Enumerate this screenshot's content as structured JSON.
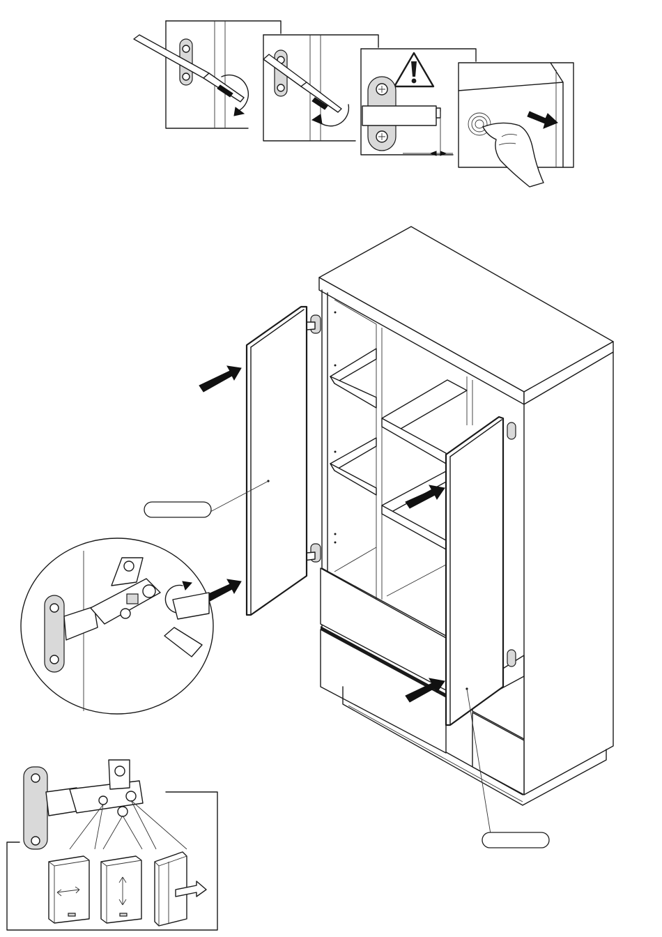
{
  "figure": {
    "steps": [
      {
        "id": "step-1",
        "icon": "push-latch-screw-in-icon"
      },
      {
        "id": "step-2",
        "icon": "push-latch-adjust-icon"
      },
      {
        "id": "step-3",
        "icon": "warning-triangle-icon"
      },
      {
        "id": "step-4",
        "icon": "push-to-open-hand-icon"
      }
    ],
    "callouts": {
      "left_door_label": "",
      "right_door_label": ""
    },
    "hinge_adjustments": [
      {
        "direction": "horizontal",
        "icon": "arrow-left-right-icon"
      },
      {
        "direction": "vertical",
        "icon": "arrow-up-down-icon"
      },
      {
        "direction": "depth",
        "icon": "arrow-depth-icon"
      }
    ],
    "colors": {
      "line": "#1a1a1a",
      "fill": "#ffffff",
      "shade": "#d9d9d9"
    }
  }
}
